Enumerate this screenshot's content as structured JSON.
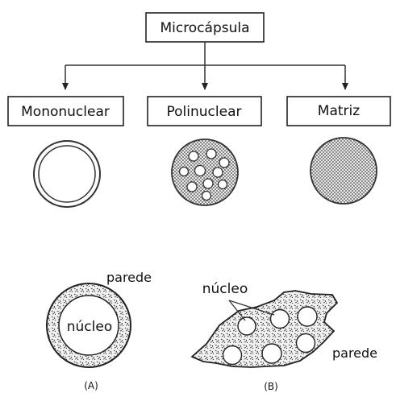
{
  "root": {
    "label": "Microcápsula"
  },
  "types": [
    {
      "label": "Mononuclear"
    },
    {
      "label": "Polinuclear"
    },
    {
      "label": "Matriz"
    }
  ],
  "figure_a": {
    "wall_label": "parede",
    "core_label": "núcleo",
    "caption": "(A)"
  },
  "figure_b": {
    "core_label": "núcleo",
    "wall_label": "parede",
    "caption": "(B)"
  },
  "colors": {
    "stroke": "#222222",
    "fill_dots": "#555555",
    "background": "#ffffff"
  }
}
